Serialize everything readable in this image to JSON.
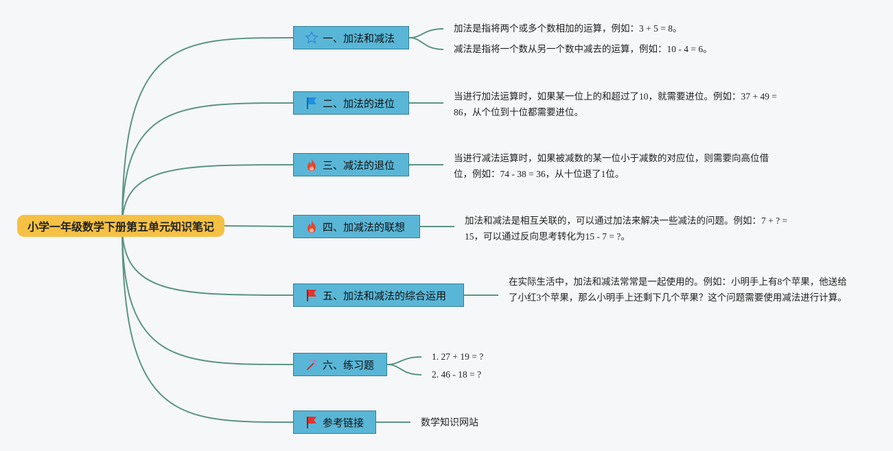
{
  "root": {
    "title": "小学一年级数学下册第五单元知识笔记"
  },
  "branches": [
    {
      "label": "一、加法和减法",
      "icon": "star-outline-icon",
      "color": "#3a8fd6",
      "leaves": [
        "加法是指将两个或多个数相加的运算，例如：3 + 5 = 8。",
        "减法是指将一个数从另一个数中减去的运算，例如：10 - 4 = 6。"
      ]
    },
    {
      "label": "二、加法的进位",
      "icon": "blue-flag-icon",
      "color": "#1f8ee0",
      "leaves": [
        "当进行加法运算时，如果某一位上的和超过了10，就需要进位。例如：37 + 49 = 86，从个位到十位都需要进位。"
      ]
    },
    {
      "label": "三、减法的退位",
      "icon": "fire-icon",
      "color": "#e8432a",
      "leaves": [
        "当进行减法运算时，如果被减数的某一位小于减数的对应位，则需要向高位借位，例如：74 - 38 = 36，从十位退了1位。"
      ]
    },
    {
      "label": "四、加减法的联想",
      "icon": "fire-icon",
      "color": "#e8432a",
      "leaves": [
        "加法和减法是相互关联的，可以通过加法来解决一些减法的问题。例如：7 + ? = 15，可以通过反向思考转化为15 - 7 = ?。"
      ]
    },
    {
      "label": "五、加法和减法的综合运用",
      "icon": "red-flag-icon",
      "color": "#e8322a",
      "leaves": [
        "在实际生活中，加法和减法常常是一起使用的。例如：小明手上有8个苹果，他送给了小红3个苹果，那么小明手上还剩下几个苹果？这个问题需要使用减法进行计算。"
      ]
    },
    {
      "label": "六、练习题",
      "icon": "magic-wand-icon",
      "color": "#c0392b",
      "leaves": [
        "1. 27 + 19 = ?",
        "2. 46 - 18 = ?"
      ]
    },
    {
      "label": "参考链接",
      "icon": "red-flag-icon",
      "color": "#e8322a",
      "leaves": [
        "数学知识网站"
      ]
    }
  ]
}
